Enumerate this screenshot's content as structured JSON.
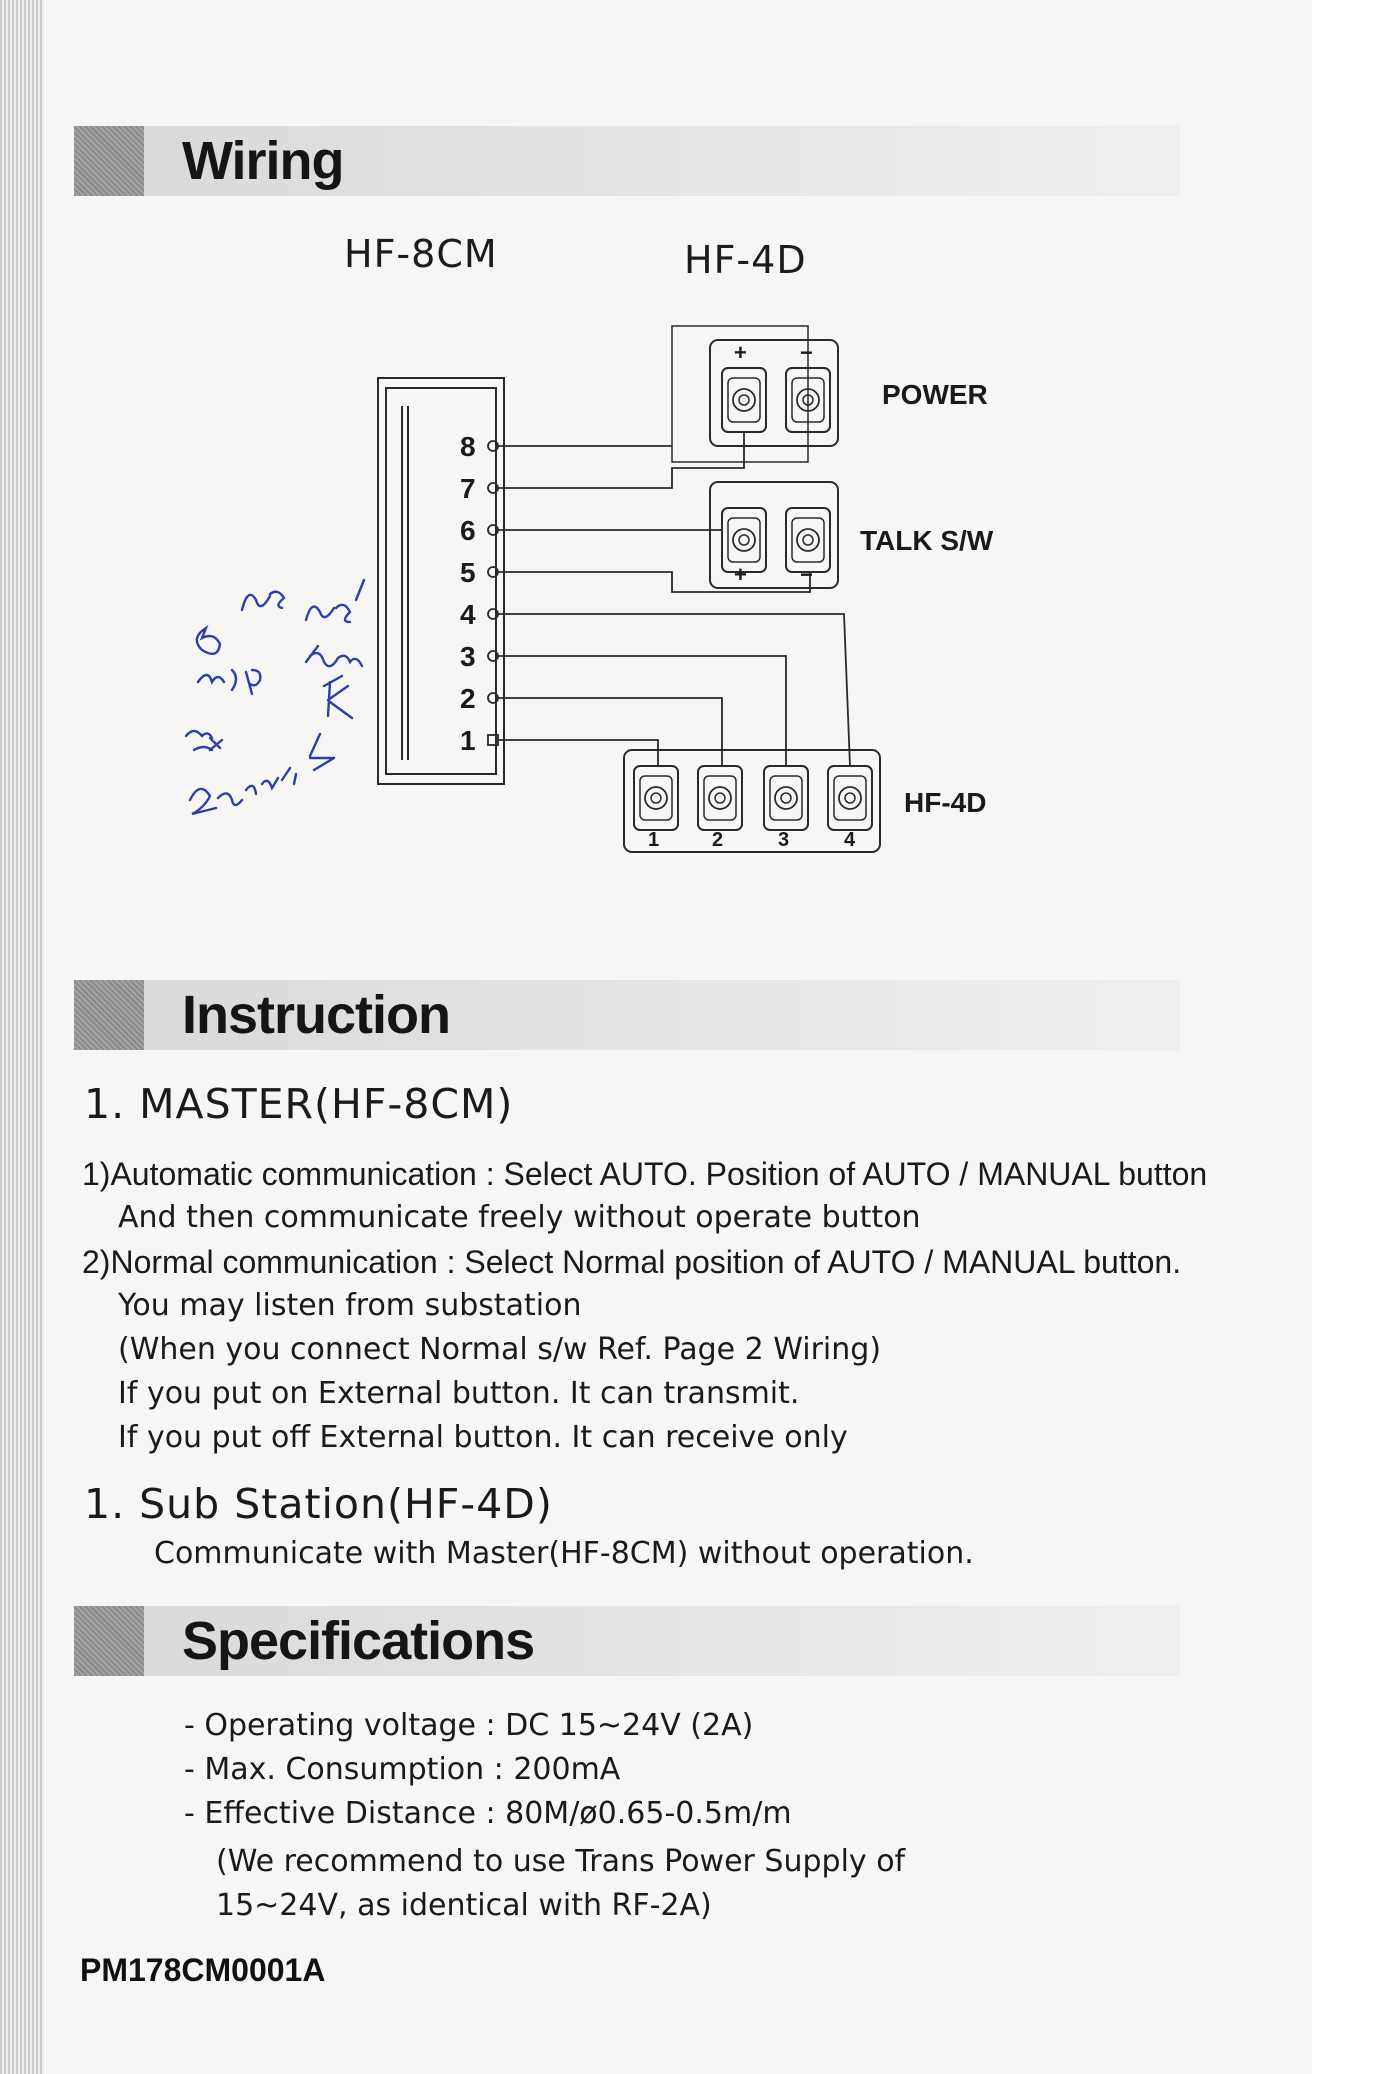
{
  "sections": {
    "wiring": "Wiring",
    "instruction": "Instruction",
    "specifications": "Specifications"
  },
  "wiring": {
    "master_model": "HF-8CM",
    "sub_model": "HF-4D",
    "terminals": [
      "8",
      "7",
      "6",
      "5",
      "4",
      "3",
      "2",
      "1"
    ],
    "power_block": {
      "label": "POWER",
      "signs": [
        "+",
        "−"
      ]
    },
    "talk_block": {
      "label": "TALK S/W",
      "signs": [
        "+",
        "−"
      ]
    },
    "hf4d_block": {
      "label": "HF-4D",
      "numbers": [
        "1",
        "2",
        "3",
        "4"
      ]
    },
    "handwriting_color": "#2b3fa8"
  },
  "instruction": {
    "master_heading": "1. MASTER(HF-8CM)",
    "master_lines": [
      "1)Automatic communication : Select AUTO. Position of AUTO / MANUAL button",
      "And then communicate freely without operate button",
      "2)Normal communication : Select Normal position of AUTO / MANUAL button.",
      "You may listen from substation",
      "(When you connect Normal s/w Ref. Page 2 Wiring)",
      "If you put on External button. It can transmit.",
      "If you put off External button. It can receive only"
    ],
    "sub_heading": "1. Sub Station(HF-4D)",
    "sub_line": "Communicate with Master(HF-8CM) without operation."
  },
  "specifications": {
    "items": [
      "- Operating voltage : DC 15~24V (2A)",
      "- Max. Consumption : 200mA",
      "- Effective Distance : 80M/ø0.65-0.5m/m"
    ],
    "note_lines": [
      "(We recommend to use Trans Power Supply of",
      "15~24V, as identical with RF-2A)"
    ]
  },
  "footer": {
    "code": "PM178CM0001A"
  }
}
